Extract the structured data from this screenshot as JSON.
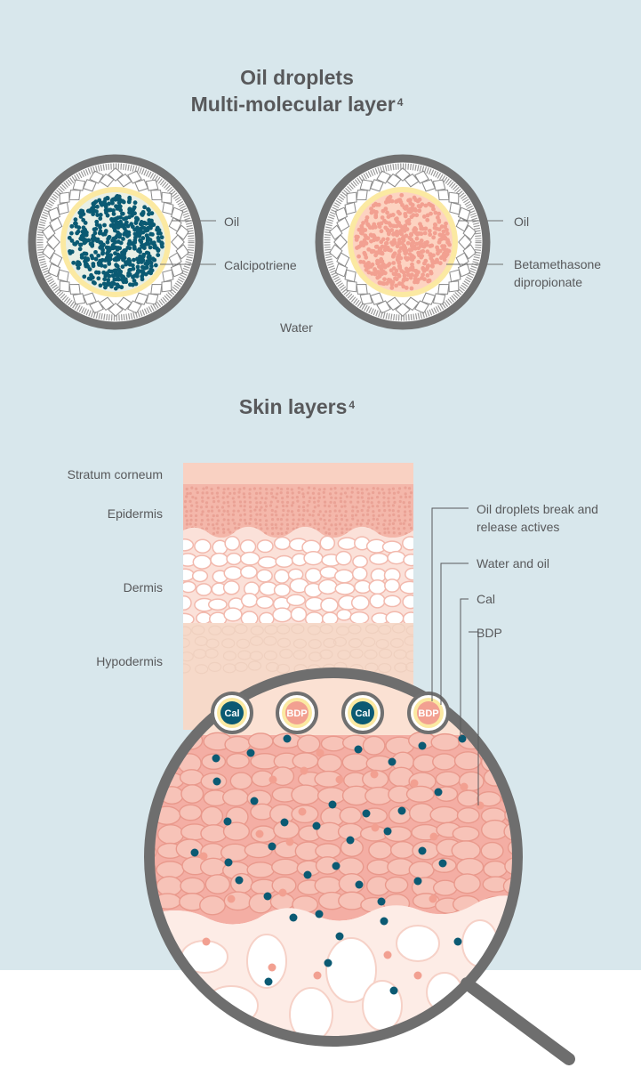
{
  "sections": {
    "droplets": {
      "title_line1": "Oil droplets",
      "title_line2": "Multi-molecular layer",
      "title_ref": "4",
      "labels": {
        "oil_left": "Oil",
        "calcipotriene": "Calcipotriene",
        "oil_right": "Oil",
        "betamethasone": "Betamethasone",
        "dipropionate": "dipropionate",
        "water": "Water"
      }
    },
    "skin": {
      "title": "Skin layers",
      "title_ref": "4",
      "layer_labels": {
        "stratum_corneum": "Stratum corneum",
        "epidermis": "Epidermis",
        "dermis": "Dermis",
        "hypodermis": "Hypodermis"
      },
      "callouts": {
        "oil_break_line1": "Oil droplets break and",
        "oil_break_line2": "release actives",
        "water_oil": "Water and oil",
        "cal": "Cal",
        "bdp": "BDP"
      },
      "badges": [
        "Cal",
        "BDP",
        "Cal",
        "BDP"
      ]
    }
  },
  "colors": {
    "background": "#d8e7ec",
    "text": "#58595b",
    "calcipotriene": "#0b5a73",
    "betamethasone": "#f2a091",
    "oil": "#fbe9a2",
    "ring": "#707070",
    "skin": "#f7c7bd"
  }
}
